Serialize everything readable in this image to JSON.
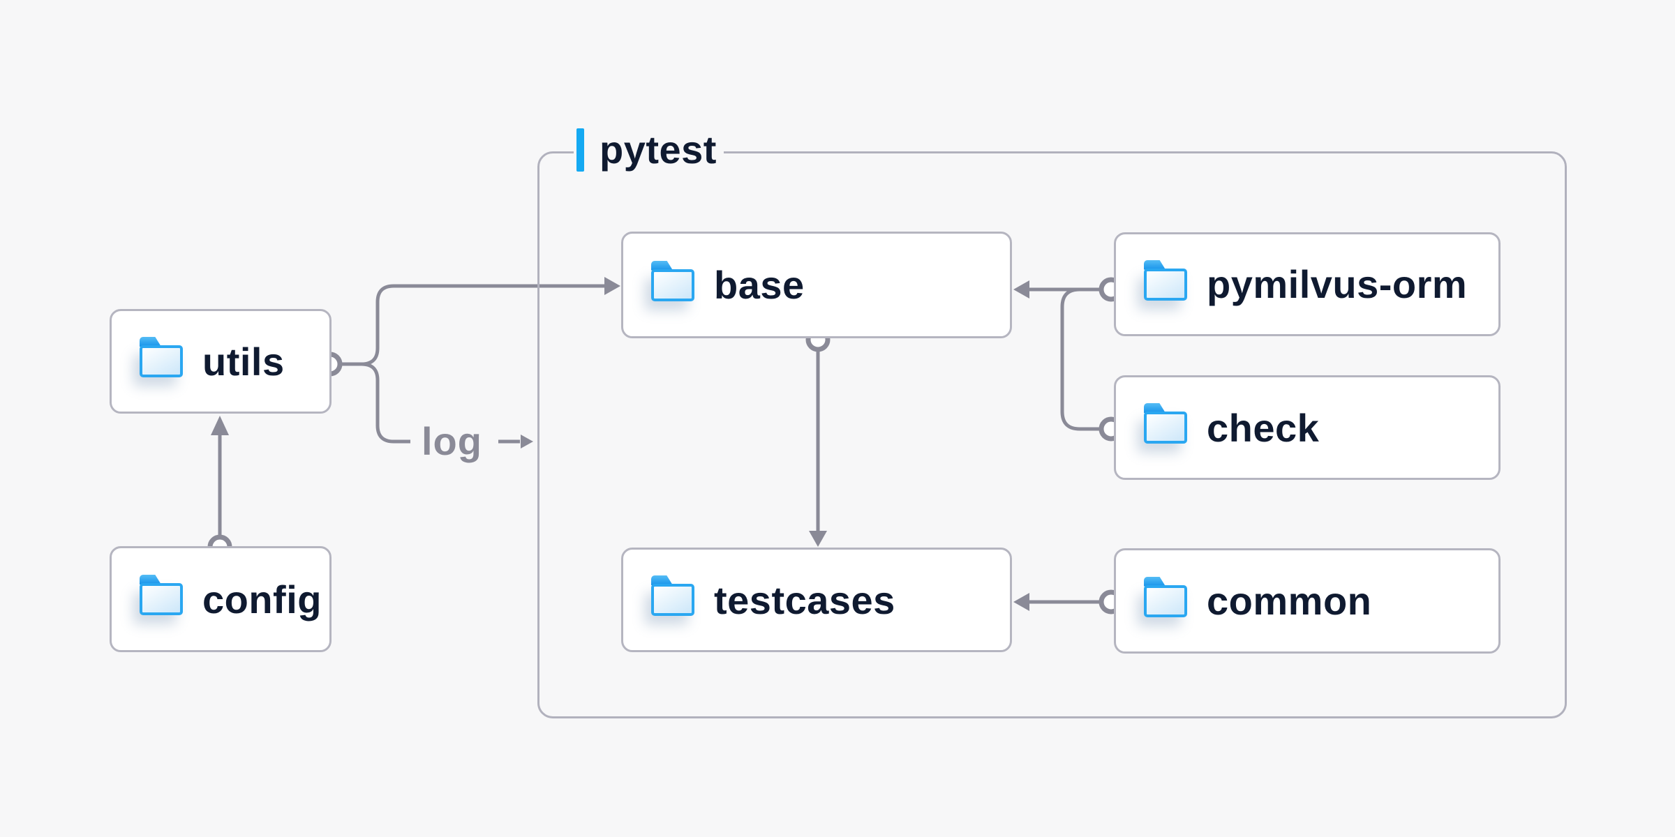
{
  "page": {
    "background": "#f7f7f8"
  },
  "group": {
    "label": "pytest",
    "accent_color": "#14a9f2"
  },
  "nodes": [
    {
      "id": "utils",
      "label": "utils"
    },
    {
      "id": "config",
      "label": "config"
    },
    {
      "id": "base",
      "label": "base"
    },
    {
      "id": "testcases",
      "label": "testcases"
    },
    {
      "id": "pymilvus-orm",
      "label": "pymilvus-orm"
    },
    {
      "id": "check",
      "label": "check"
    },
    {
      "id": "common",
      "label": "common"
    }
  ],
  "edges": [
    {
      "from": "config",
      "to": "utils"
    },
    {
      "from": "utils",
      "to": "base"
    },
    {
      "from": "utils",
      "to": "log"
    },
    {
      "from": "base",
      "to": "testcases"
    },
    {
      "from": "pymilvus-orm",
      "to": "base"
    },
    {
      "from": "check",
      "to": "base"
    },
    {
      "from": "common",
      "to": "testcases"
    }
  ],
  "edge_labels": {
    "log": "log"
  },
  "colors": {
    "line": "#8a8a97",
    "node_border": "#b5b5c0",
    "node_background": "#ffffff",
    "text": "#0f1a30",
    "edge_label_text": "#8a8a97",
    "folder_blue": "#2aa7f1",
    "accent": "#14a9f2"
  }
}
